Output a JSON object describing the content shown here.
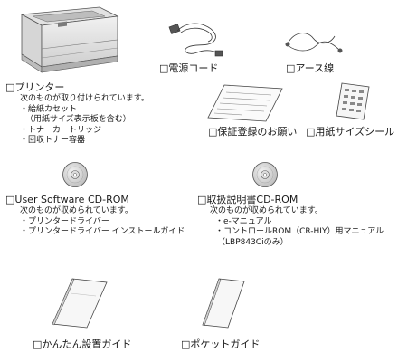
{
  "items": {
    "printer": {
      "label": "□プリンター",
      "desc": "次のものが取り付けられています。",
      "list": [
        "・給紙カセット",
        "（用紙サイズ表示板を含む）",
        "・トナーカートリッジ",
        "・回収トナー容器"
      ]
    },
    "power_cord": {
      "label": "□電源コード"
    },
    "ground_wire": {
      "label": "□アース線"
    },
    "warranty": {
      "label": "□保証登録のお願い"
    },
    "paper_seal": {
      "label": "□用紙サイズシール"
    },
    "user_software_cd": {
      "label": "□User Software CD-ROM",
      "desc": "次のものが収められています。",
      "list": [
        "・プリンタードライバー",
        "・プリンタードライバー インストールガイド"
      ]
    },
    "manual_cd": {
      "label": "□取扱説明書CD-ROM",
      "desc": "次のものが収められています。",
      "list": [
        "・e-マニュアル",
        "・コントロールROM（CR-HIY）用マニュアル",
        "（LBP843Ciのみ）"
      ]
    },
    "setup_guide": {
      "label": "□かんたん設置ガイド"
    },
    "pocket_guide": {
      "label": "□ポケットガイド"
    }
  },
  "icons": {
    "printer": "printer-icon",
    "power_cord": "power-cord-icon",
    "ground_wire": "ground-wire-icon",
    "warranty": "warranty-card-icon",
    "paper_seal": "sticker-sheet-icon",
    "cd": "cd-rom-icon",
    "booklet": "booklet-icon"
  }
}
